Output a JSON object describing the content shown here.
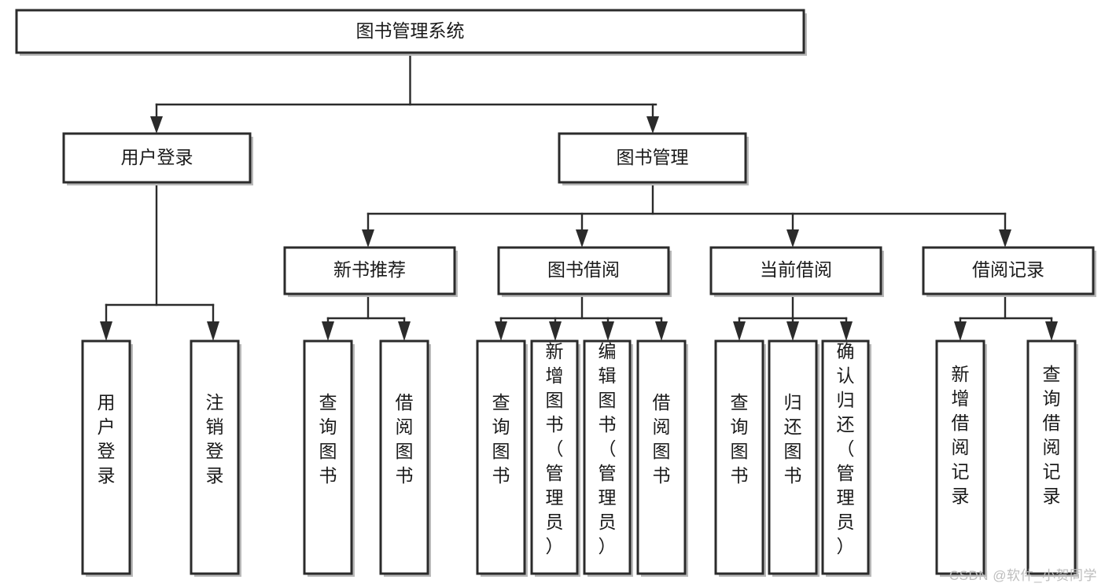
{
  "diagram": {
    "type": "tree",
    "title": "图书管理系统",
    "orientation": "top-down",
    "watermark": "CSDN @软件_小贺同学",
    "colors": {
      "node_fill": "#ffffff",
      "node_stroke": "#2b2b2b",
      "shadow": "#b9b9b9",
      "text": "#1a1a1a",
      "watermark": "#bdbdbd",
      "background": "#ffffff"
    },
    "levels": [
      {
        "level": 1,
        "nodes": [
          {
            "id": "root",
            "label": "图书管理系统",
            "orientation": "horizontal"
          }
        ]
      },
      {
        "level": 2,
        "nodes": [
          {
            "id": "login",
            "label": "用户登录",
            "orientation": "horizontal",
            "parent": "root"
          },
          {
            "id": "bookmgmt",
            "label": "图书管理",
            "orientation": "horizontal",
            "parent": "root"
          }
        ]
      },
      {
        "level": 3,
        "nodes": [
          {
            "id": "newbook",
            "label": "新书推荐",
            "orientation": "horizontal",
            "parent": "bookmgmt"
          },
          {
            "id": "borrow",
            "label": "图书借阅",
            "orientation": "horizontal",
            "parent": "bookmgmt"
          },
          {
            "id": "current",
            "label": "当前借阅",
            "orientation": "horizontal",
            "parent": "bookmgmt"
          },
          {
            "id": "records",
            "label": "借阅记录",
            "orientation": "horizontal",
            "parent": "bookmgmt"
          }
        ]
      },
      {
        "level": 4,
        "nodes": [
          {
            "id": "leaf1",
            "label": "用户登录",
            "orientation": "vertical",
            "parent": "login"
          },
          {
            "id": "leaf2",
            "label": "注销登录",
            "orientation": "vertical",
            "parent": "login"
          },
          {
            "id": "leaf3",
            "label": "查询图书",
            "orientation": "vertical",
            "parent": "newbook"
          },
          {
            "id": "leaf4",
            "label": "借阅图书",
            "orientation": "vertical",
            "parent": "newbook"
          },
          {
            "id": "leaf5",
            "label": "查询图书",
            "orientation": "vertical",
            "parent": "borrow"
          },
          {
            "id": "leaf6",
            "label": "新增图书（管理员）",
            "orientation": "vertical",
            "parent": "borrow"
          },
          {
            "id": "leaf7",
            "label": "编辑图书（管理员）",
            "orientation": "vertical",
            "parent": "borrow"
          },
          {
            "id": "leaf8",
            "label": "借阅图书",
            "orientation": "vertical",
            "parent": "borrow"
          },
          {
            "id": "leaf9",
            "label": "查询图书",
            "orientation": "vertical",
            "parent": "current"
          },
          {
            "id": "leaf10",
            "label": "归还图书",
            "orientation": "vertical",
            "parent": "current"
          },
          {
            "id": "leaf11",
            "label": "确认归还（管理员）",
            "orientation": "vertical",
            "parent": "current"
          },
          {
            "id": "leaf12",
            "label": "新增借阅记录",
            "orientation": "vertical",
            "parent": "records"
          },
          {
            "id": "leaf13",
            "label": "查询借阅记录",
            "orientation": "vertical",
            "parent": "records"
          }
        ]
      }
    ]
  }
}
